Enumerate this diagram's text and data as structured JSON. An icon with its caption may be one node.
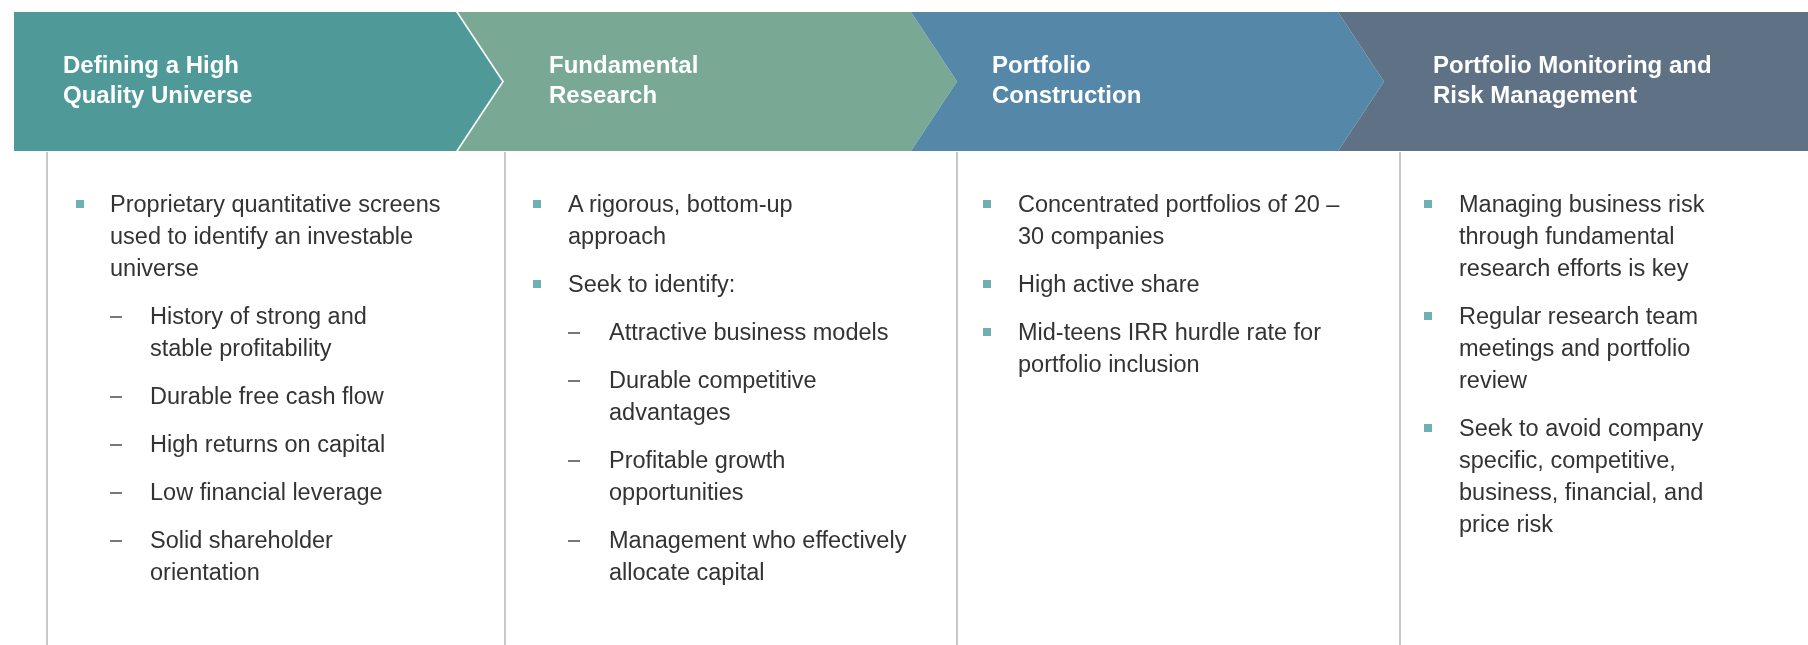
{
  "diagram": {
    "nodes": [
      {
        "text": [
          "Defining a High Quality Universe"
        ]
      },
      {
        "text": [
          "Fundamental Research"
        ]
      },
      {
        "text": [
          "Portfolio Construction"
        ]
      },
      {
        "text": [
          "Portfolio Monitoring and Risk Management"
        ]
      }
    ],
    "labels": [
      "Proprietary quantitative screens used to identify an investable universe",
      "History of strong and stable profitability",
      "Durable free cash flow",
      "High returns on capital",
      "Low financial leverage",
      "Solid shareholder orientation",
      "A rigorous, bottom-up approach",
      "Seek to identify:",
      "Attractive business models",
      "Durable competitive advantages",
      "Profitable growth opportunities",
      "Management who effectively allocate capital",
      "Concentrated portfolios of 20 – 30 companies",
      "High active share",
      "Mid-teens IRR hurdle rate for portfolio inclusion",
      "Managing business risk through fundamental research efforts is key",
      "Regular research team meetings and portfolio review",
      "Seek to avoid company specific, competitive, business, financial, and price risk"
    ]
  }
}
